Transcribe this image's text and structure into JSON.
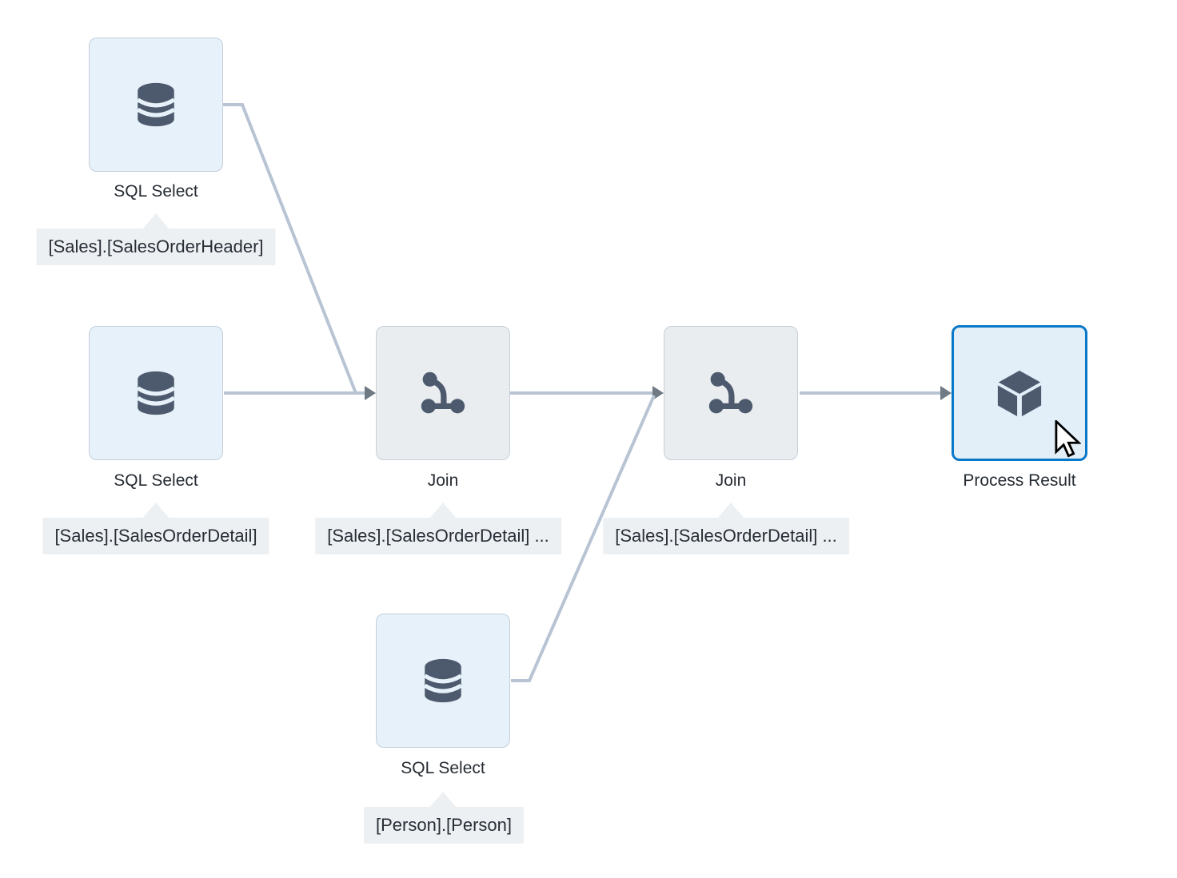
{
  "canvas": {
    "background": "#ffffff",
    "type": "data-flow-diagram"
  },
  "colors": {
    "sql_node_fill": "#e7f1f9",
    "sql_node_border": "#c4cfdd",
    "join_node_fill": "#e9edf0",
    "join_node_border": "#c6cfd8",
    "selected_node_fill": "#e2eef8",
    "selected_node_border": "#0a78c8",
    "icon": "#4d5a6e",
    "connector_line": "#b8c4d4",
    "arrowhead": "#6f7a85",
    "tooltip_bg": "#edf0f3",
    "label_text": "#262c33"
  },
  "nodes": [
    {
      "id": "sql-select-1",
      "label": "SQL Select",
      "icon": "database-icon",
      "tooltip": "[Sales].[SalesOrderHeader]",
      "selected": false
    },
    {
      "id": "sql-select-2",
      "label": "SQL Select",
      "icon": "database-icon",
      "tooltip": "[Sales].[SalesOrderDetail]",
      "selected": false
    },
    {
      "id": "join-1",
      "label": "Join",
      "icon": "join-icon",
      "tooltip": "[Sales].[SalesOrderDetail] ...",
      "selected": false
    },
    {
      "id": "join-2",
      "label": "Join",
      "icon": "join-icon",
      "tooltip": "[Sales].[SalesOrderDetail] ...",
      "selected": false
    },
    {
      "id": "process-result",
      "label": "Process Result",
      "icon": "cube-icon",
      "tooltip": "",
      "selected": true
    },
    {
      "id": "sql-select-3",
      "label": "SQL Select",
      "icon": "database-icon",
      "tooltip": "[Person].[Person]",
      "selected": false
    }
  ],
  "edges": [
    {
      "from": "sql-select-1",
      "to": "join-1"
    },
    {
      "from": "sql-select-2",
      "to": "join-1"
    },
    {
      "from": "join-1",
      "to": "join-2"
    },
    {
      "from": "sql-select-3",
      "to": "join-2"
    },
    {
      "from": "join-2",
      "to": "process-result"
    }
  ]
}
